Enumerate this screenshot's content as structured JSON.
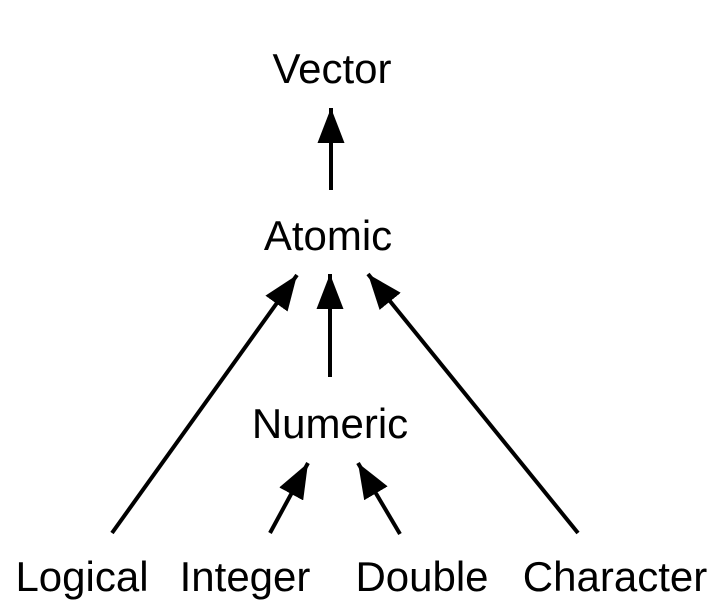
{
  "diagram": {
    "type": "hierarchy",
    "description": "Type hierarchy with arrows pointing from subtype to supertype",
    "nodes": [
      {
        "id": "vector",
        "label": "Vector"
      },
      {
        "id": "atomic",
        "label": "Atomic"
      },
      {
        "id": "numeric",
        "label": "Numeric"
      },
      {
        "id": "logical",
        "label": "Logical"
      },
      {
        "id": "integer",
        "label": "Integer"
      },
      {
        "id": "double",
        "label": "Double"
      },
      {
        "id": "character",
        "label": "Character"
      }
    ],
    "edges": [
      {
        "from": "atomic",
        "to": "vector"
      },
      {
        "from": "logical",
        "to": "atomic"
      },
      {
        "from": "numeric",
        "to": "atomic"
      },
      {
        "from": "character",
        "to": "atomic"
      },
      {
        "from": "integer",
        "to": "numeric"
      },
      {
        "from": "double",
        "to": "numeric"
      }
    ],
    "colors": {
      "foreground": "#000000",
      "background": "#ffffff"
    }
  }
}
